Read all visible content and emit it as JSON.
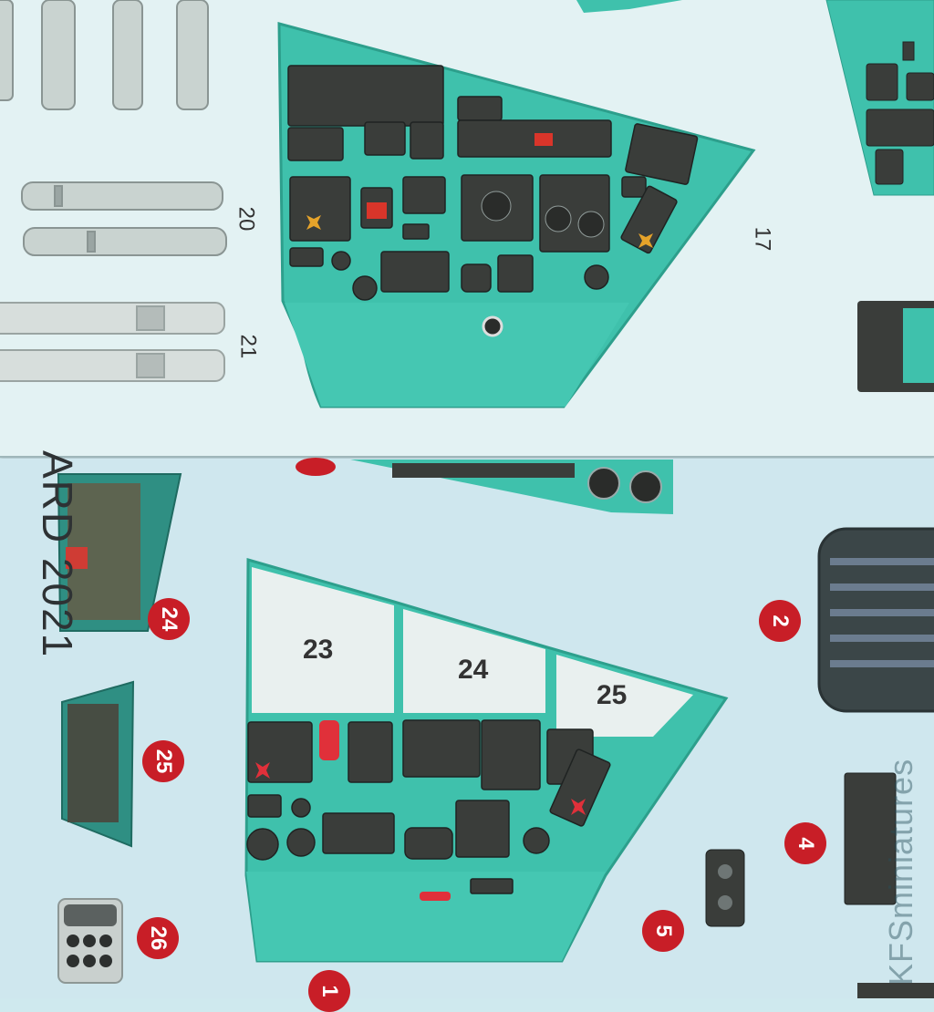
{
  "top_sheet": {
    "labels": {
      "strap_20": "20",
      "strap_21": "21",
      "panel_17": "17"
    }
  },
  "bottom_sheet": {
    "side_text": "ARD 2021",
    "white_fields": {
      "f23": "23",
      "f24": "24",
      "f25": "25"
    },
    "badges": {
      "b24": "24",
      "b25": "25",
      "b26": "26",
      "b2": "2",
      "b4": "4",
      "b5": "5",
      "b1": "1"
    }
  },
  "watermark": "KFSminiatures",
  "colors": {
    "teal_panel": "#3fc1ac",
    "dark_instrument": "#3a3d3a",
    "badge_red": "#c81e27",
    "sheet_top": "#e3f2f3",
    "sheet_bottom": "#cfe7ee"
  }
}
